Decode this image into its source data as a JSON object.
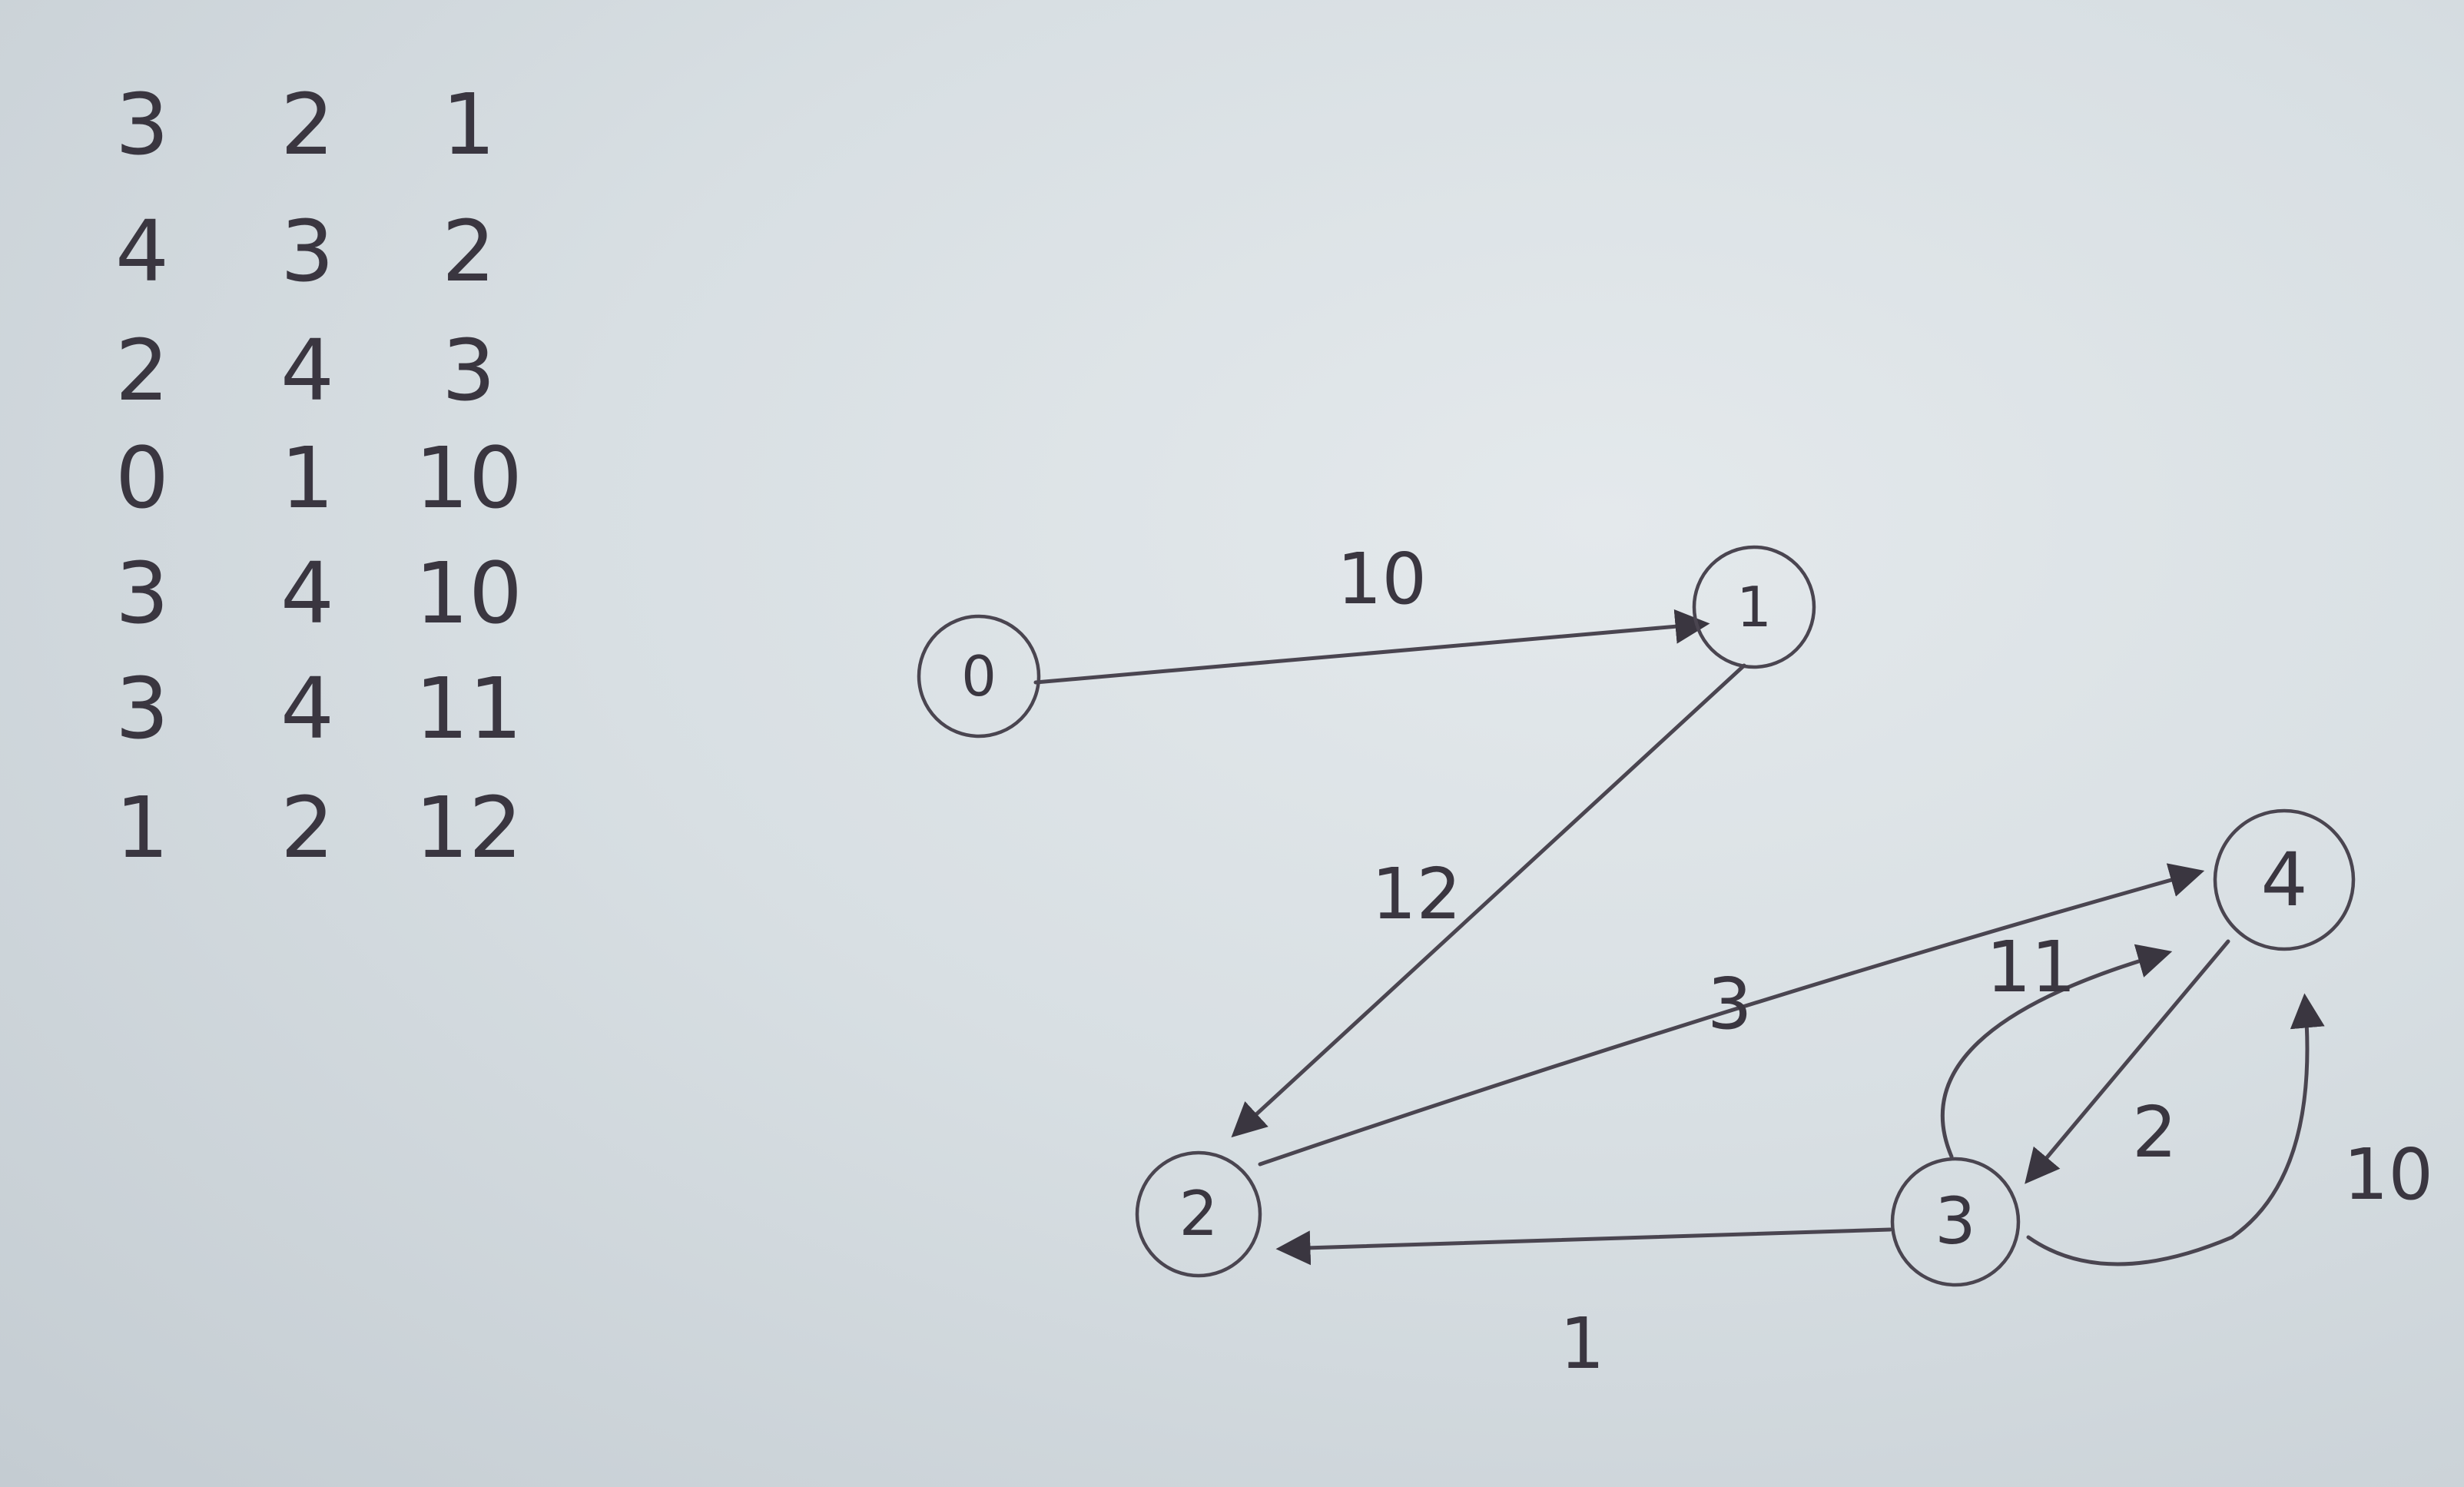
{
  "edge_list": {
    "rows": [
      [
        "3",
        "2",
        "1"
      ],
      [
        "4",
        "3",
        "2"
      ],
      [
        "2",
        "4",
        "3"
      ],
      [
        "0",
        "1",
        "10"
      ],
      [
        "3",
        "4",
        "10"
      ],
      [
        "3",
        "4",
        "11"
      ],
      [
        "1",
        "2",
        "12"
      ]
    ]
  },
  "graph": {
    "nodes": [
      {
        "id": "0",
        "label": "0"
      },
      {
        "id": "1",
        "label": "1"
      },
      {
        "id": "2",
        "label": "2"
      },
      {
        "id": "3",
        "label": "3"
      },
      {
        "id": "4",
        "label": "4"
      }
    ],
    "edges": [
      {
        "from": "0",
        "to": "1",
        "weight": "10"
      },
      {
        "from": "1",
        "to": "2",
        "weight": "12"
      },
      {
        "from": "2",
        "to": "4",
        "weight": "3"
      },
      {
        "from": "3",
        "to": "2",
        "weight": "1"
      },
      {
        "from": "3",
        "to": "4",
        "weight": "11"
      },
      {
        "from": "4",
        "to": "3",
        "weight": "2"
      },
      {
        "from": "3",
        "to": "4",
        "weight": "10"
      }
    ]
  },
  "colors": {
    "ink": "#3a3640",
    "paper": "#dfe5e8"
  }
}
